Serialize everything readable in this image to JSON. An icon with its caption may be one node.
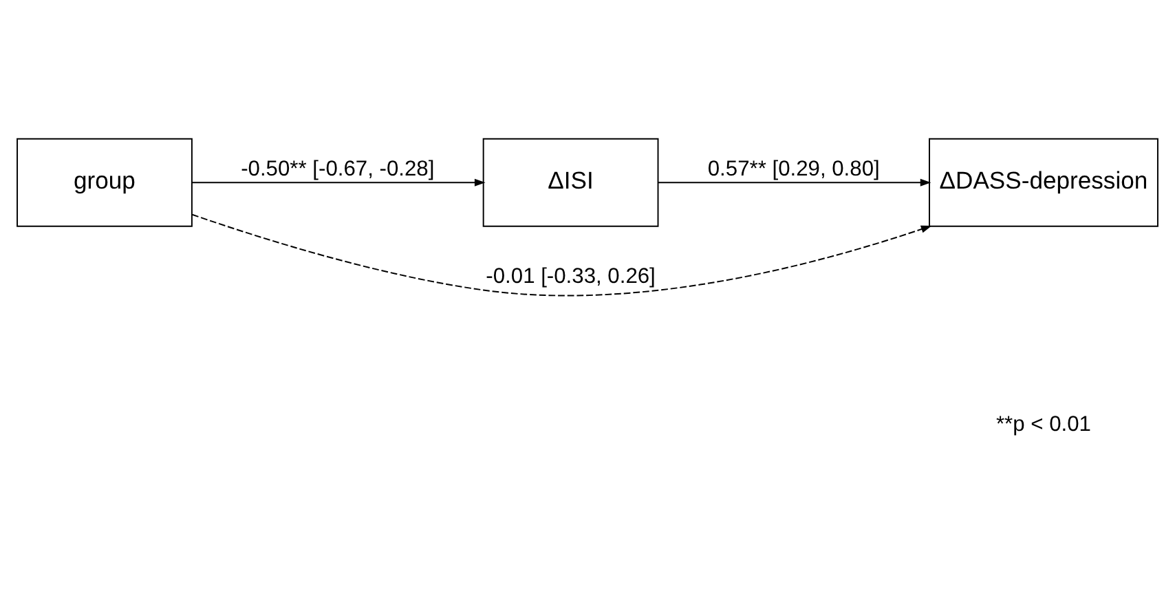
{
  "diagram": {
    "nodes": [
      {
        "text": [
          "group"
        ]
      },
      {
        "text": [
          "ΔISI"
        ]
      },
      {
        "text": [
          "ΔDASS-depression"
        ]
      }
    ],
    "edges": [
      {
        "from": 0,
        "to": 1,
        "arrow": "to",
        "label": "-0.50** [-0.67, -0.28]"
      },
      {
        "from": 1,
        "to": 2,
        "arrow": "to",
        "label": "0.57** [0.29, 0.80]"
      },
      {
        "from": 0,
        "to": 2,
        "arrow": "to",
        "style": "dashed",
        "label": "-0.01 [-0.33, 0.26]"
      }
    ],
    "labels": [
      "**p < 0.01"
    ]
  }
}
